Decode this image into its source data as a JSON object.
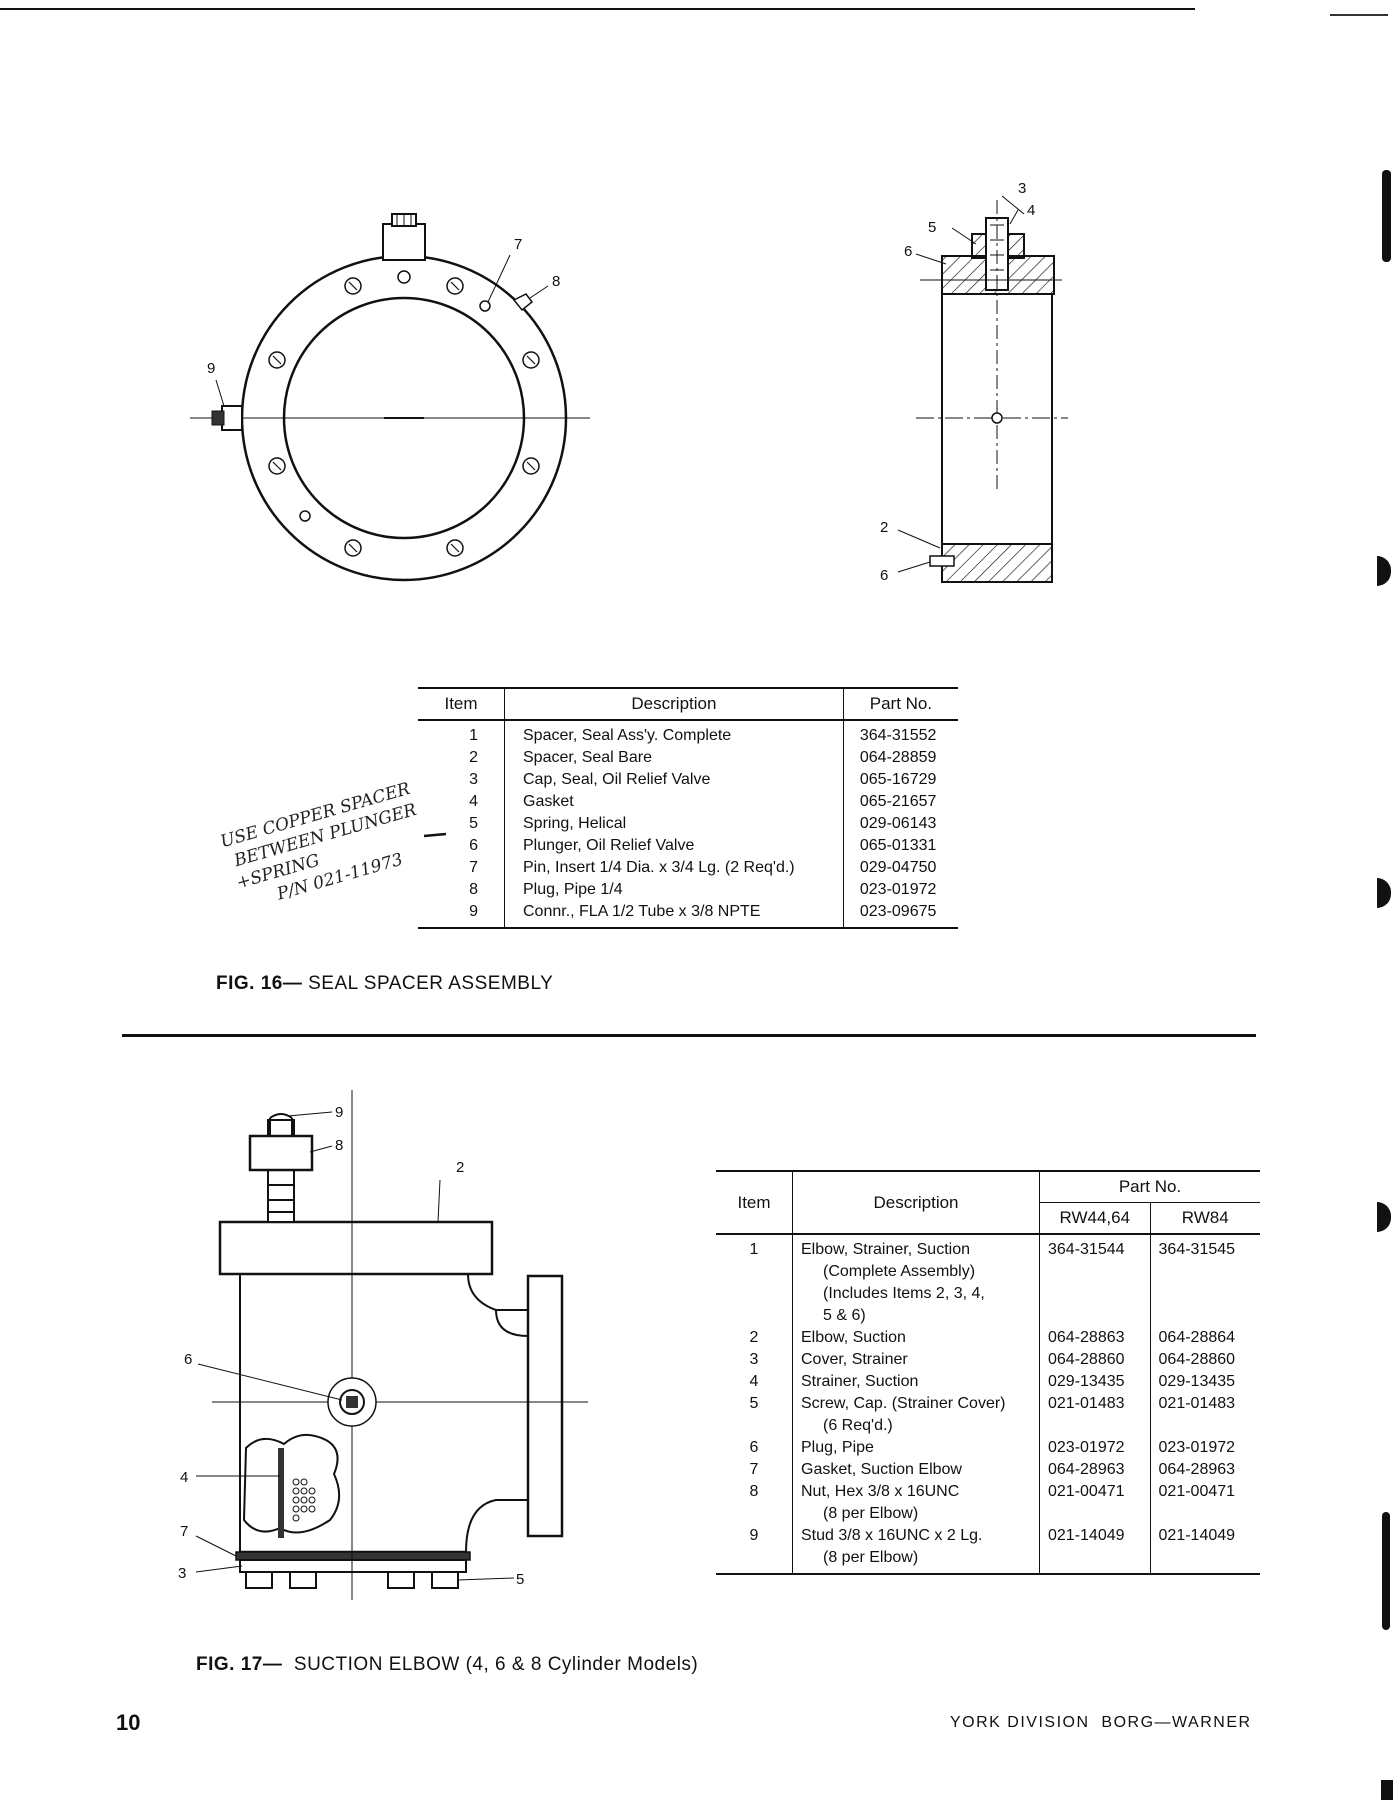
{
  "fig16": {
    "callouts": [
      "7",
      "8",
      "9",
      "3",
      "4",
      "5",
      "6",
      "2",
      "6"
    ],
    "table": {
      "headers": [
        "Item",
        "Description",
        "Part No."
      ],
      "rows": [
        [
          "1",
          "Spacer, Seal Ass'y. Complete",
          "364-31552"
        ],
        [
          "2",
          "Spacer, Seal Bare",
          "064-28859"
        ],
        [
          "3",
          "Cap, Seal, Oil Relief Valve",
          "065-16729"
        ],
        [
          "4",
          "Gasket",
          "065-21657"
        ],
        [
          "5",
          "Spring, Helical",
          "029-06143"
        ],
        [
          "6",
          "Plunger, Oil Relief Valve",
          "065-01331"
        ],
        [
          "7",
          "Pin, Insert 1/4 Dia. x 3/4 Lg. (2 Req'd.)",
          "029-04750"
        ],
        [
          "8",
          "Plug, Pipe 1/4",
          "023-01972"
        ],
        [
          "9",
          "Connr., FLA 1/2 Tube x 3/8 NPTE",
          "023-09675"
        ]
      ]
    },
    "handwritten": [
      "USE COPPER SPACER",
      "BETWEEN PLUNGER",
      "+SPRING",
      "P/N 021-11973"
    ],
    "caption_num": "FIG. 16—",
    "caption_text": " SEAL SPACER ASSEMBLY"
  },
  "fig17": {
    "callouts": [
      "9",
      "8",
      "2",
      "6",
      "4",
      "7",
      "3",
      "5"
    ],
    "table": {
      "header_item": "Item",
      "header_desc": "Description",
      "header_part": "Part No.",
      "subheaders": [
        "RW44,64",
        "RW84"
      ],
      "rows": [
        {
          "item": "1",
          "desc": [
            "Elbow, Strainer, Suction",
            "(Complete Assembly)",
            "(Includes Items 2, 3, 4,",
            "5 & 6)"
          ],
          "a": "364-31544",
          "b": "364-31545"
        },
        {
          "item": "2",
          "desc": [
            "Elbow, Suction"
          ],
          "a": "064-28863",
          "b": "064-28864"
        },
        {
          "item": "3",
          "desc": [
            "Cover, Strainer"
          ],
          "a": "064-28860",
          "b": "064-28860"
        },
        {
          "item": "4",
          "desc": [
            "Strainer, Suction"
          ],
          "a": "029-13435",
          "b": "029-13435"
        },
        {
          "item": "5",
          "desc": [
            "Screw, Cap. (Strainer Cover)",
            "(6 Req'd.)"
          ],
          "a": "021-01483",
          "b": "021-01483"
        },
        {
          "item": "6",
          "desc": [
            "Plug, Pipe"
          ],
          "a": "023-01972",
          "b": "023-01972"
        },
        {
          "item": "7",
          "desc": [
            "Gasket, Suction Elbow"
          ],
          "a": "064-28963",
          "b": "064-28963"
        },
        {
          "item": "8",
          "desc": [
            "Nut, Hex 3/8 x 16UNC",
            "(8 per Elbow)"
          ],
          "a": "021-00471",
          "b": "021-00471"
        },
        {
          "item": "9",
          "desc": [
            "Stud 3/8 x 16UNC x 2 Lg.",
            "(8 per Elbow)"
          ],
          "a": "021-14049",
          "b": "021-14049"
        }
      ]
    },
    "caption_num": "FIG. 17—",
    "caption_text": "  SUCTION ELBOW (4, 6 & 8 Cylinder Models)"
  },
  "footer": {
    "page_number": "10",
    "publisher": "YORK DIVISION  BORG—WARNER"
  }
}
